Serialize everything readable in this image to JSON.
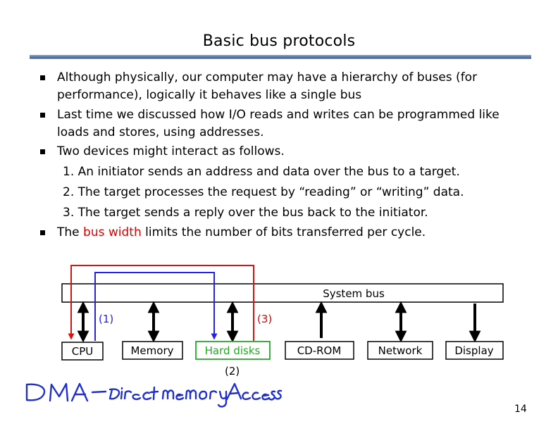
{
  "slide": {
    "title": "Basic bus protocols",
    "page_number": "14",
    "bullets": [
      {
        "text": "Although physically, our computer may have a hierarchy of buses (for performance), logically it behaves like a single bus"
      },
      {
        "text": "Last time we discussed how I/O reads and writes can be programmed like loads and stores, using addresses."
      },
      {
        "text": "Two devices might interact as follows."
      }
    ],
    "steps": [
      "1. An initiator sends an address and data over the bus to a target.",
      "2. The target processes the request by “reading” or “writing” data.",
      "3. The target sends a reply over the bus back to the initiator."
    ],
    "last_bullet": {
      "prefix": "The ",
      "highlight": "bus width",
      "suffix": " limits the number of bits transferred per cycle."
    }
  },
  "diagram": {
    "bus_label": "System bus",
    "devices": [
      "CPU",
      "Memory",
      "Hard disks",
      "CD-ROM",
      "Network",
      "Display"
    ],
    "step_labels": [
      "(1)",
      "(3)",
      "(2)"
    ],
    "colors": {
      "request_path": "#2323e0",
      "reply_path": "#e01010",
      "highlight_device": "#22aa22",
      "label_red": "#e00000",
      "label_blue": "#2323e0"
    }
  },
  "annotation": {
    "handwritten_note": "DMA — Direct memory Access"
  }
}
